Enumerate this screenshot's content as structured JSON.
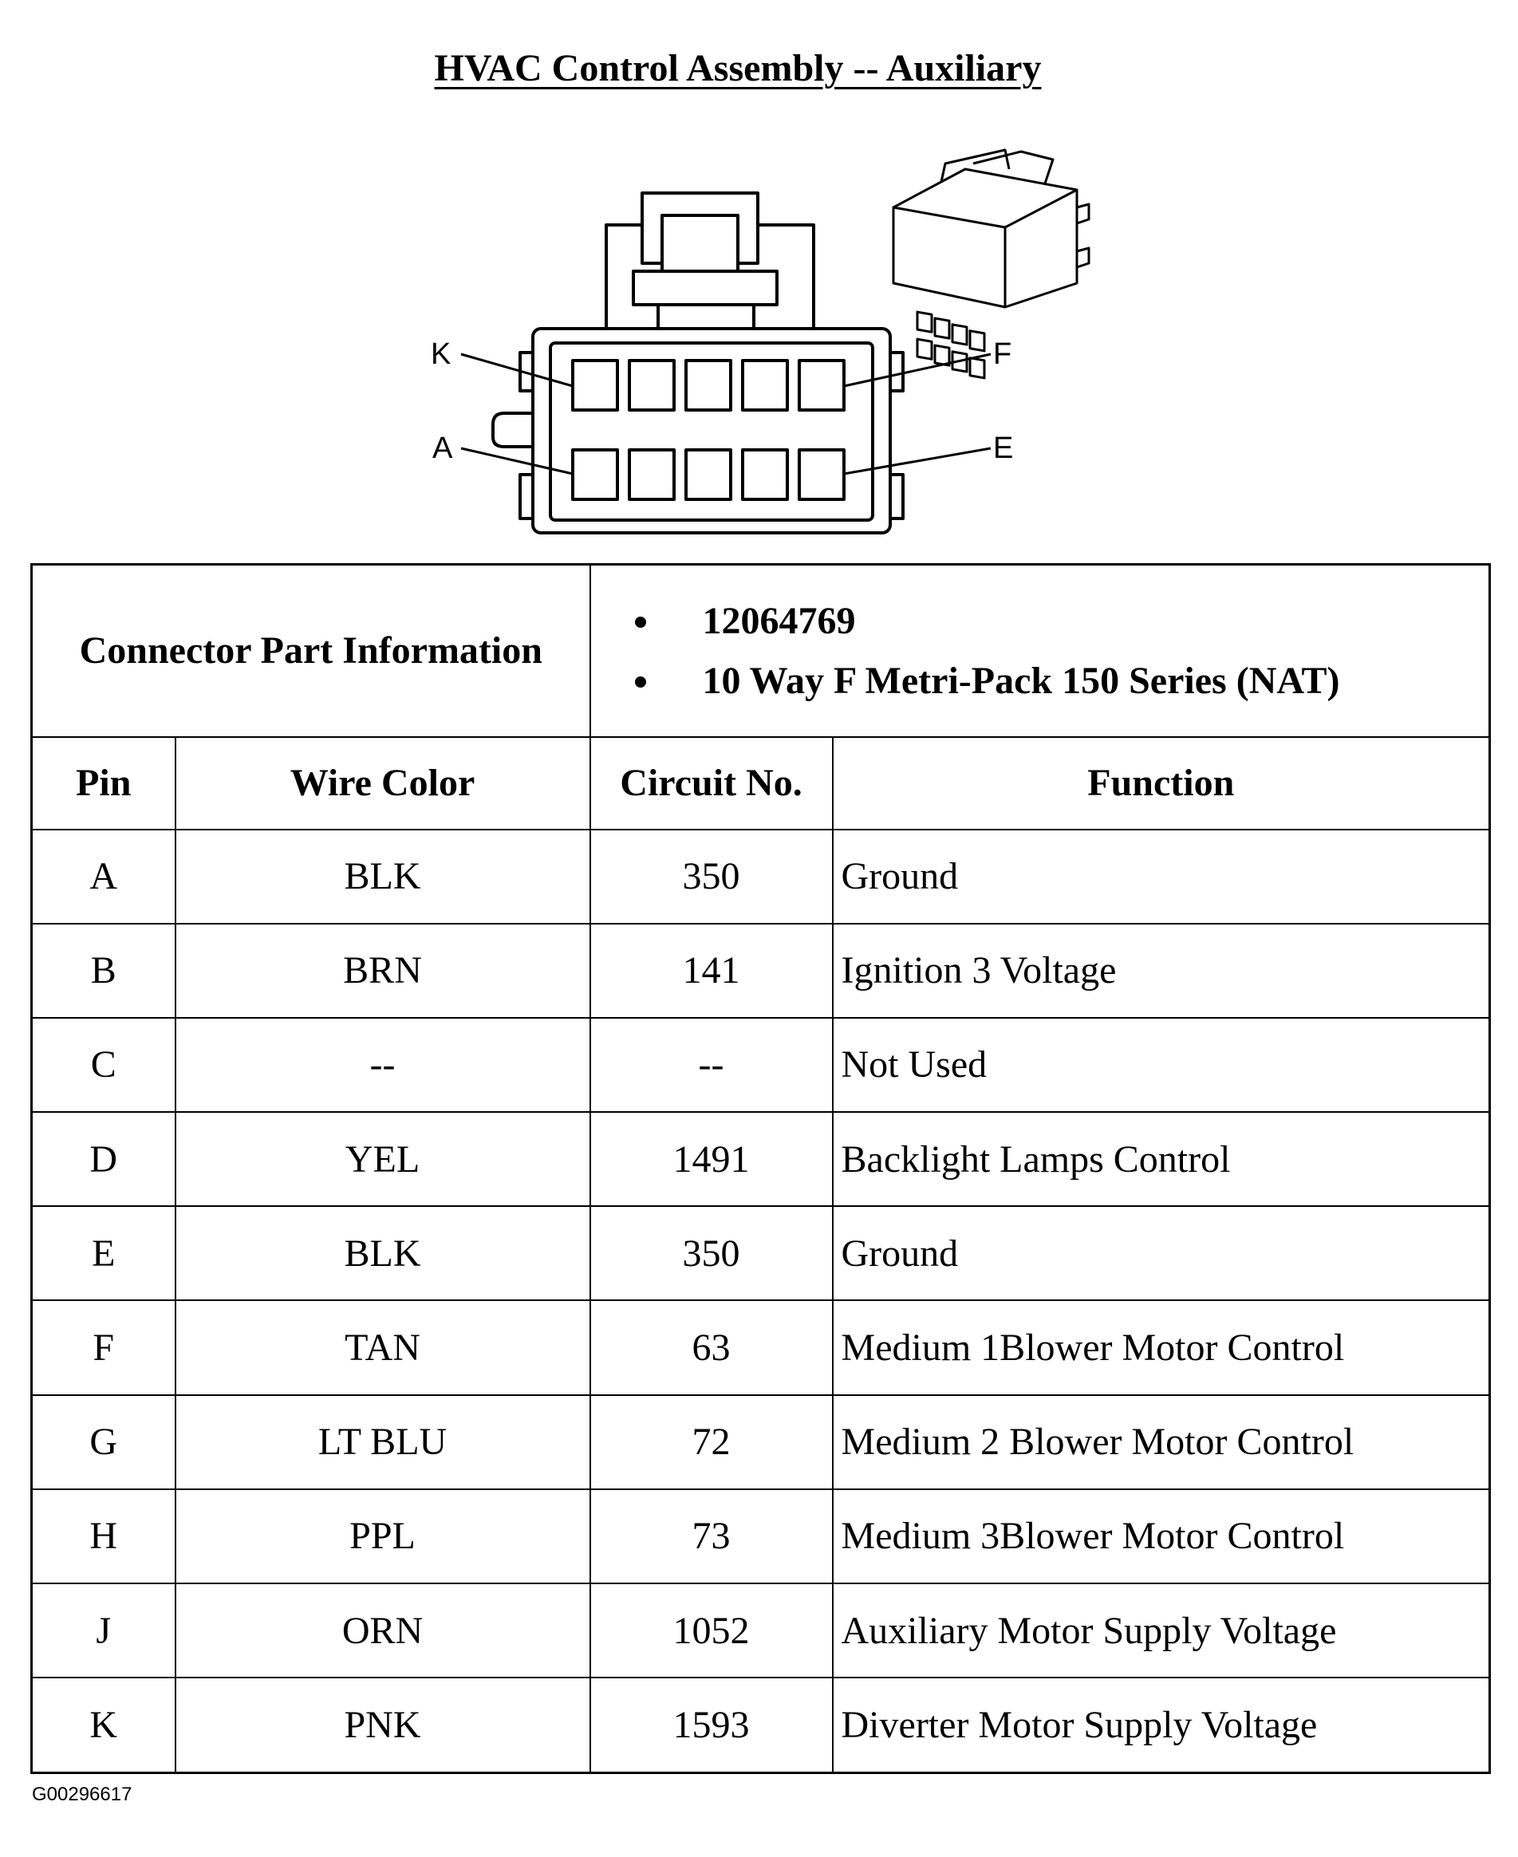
{
  "title": "HVAC Control Assembly -- Auxiliary",
  "diagram": {
    "callouts": {
      "k": "K",
      "f": "F",
      "a": "A",
      "e": "E"
    }
  },
  "connector_info": {
    "label": "Connector Part Information",
    "items": [
      "12064769",
      "10 Way F Metri-Pack 150 Series (NAT)"
    ]
  },
  "table": {
    "headers": {
      "pin": "Pin",
      "wire_color": "Wire Color",
      "circuit": "Circuit No.",
      "function": "Function"
    },
    "rows": [
      {
        "pin": "A",
        "wire_color": "BLK",
        "circuit": "350",
        "function": "Ground"
      },
      {
        "pin": "B",
        "wire_color": "BRN",
        "circuit": "141",
        "function": "Ignition 3 Voltage"
      },
      {
        "pin": "C",
        "wire_color": "--",
        "circuit": "--",
        "function": "Not Used"
      },
      {
        "pin": "D",
        "wire_color": "YEL",
        "circuit": "1491",
        "function": "Backlight Lamps Control"
      },
      {
        "pin": "E",
        "wire_color": "BLK",
        "circuit": "350",
        "function": "Ground"
      },
      {
        "pin": "F",
        "wire_color": "TAN",
        "circuit": "63",
        "function": "Medium 1Blower Motor Control"
      },
      {
        "pin": "G",
        "wire_color": "LT BLU",
        "circuit": "72",
        "function": "Medium 2 Blower Motor Control"
      },
      {
        "pin": "H",
        "wire_color": "PPL",
        "circuit": "73",
        "function": "Medium 3Blower Motor Control"
      },
      {
        "pin": "J",
        "wire_color": "ORN",
        "circuit": "1052",
        "function": "Auxiliary Motor Supply Voltage"
      },
      {
        "pin": "K",
        "wire_color": "PNK",
        "circuit": "1593",
        "function": "Diverter Motor Supply Voltage"
      }
    ]
  },
  "figure_id": "G00296617"
}
